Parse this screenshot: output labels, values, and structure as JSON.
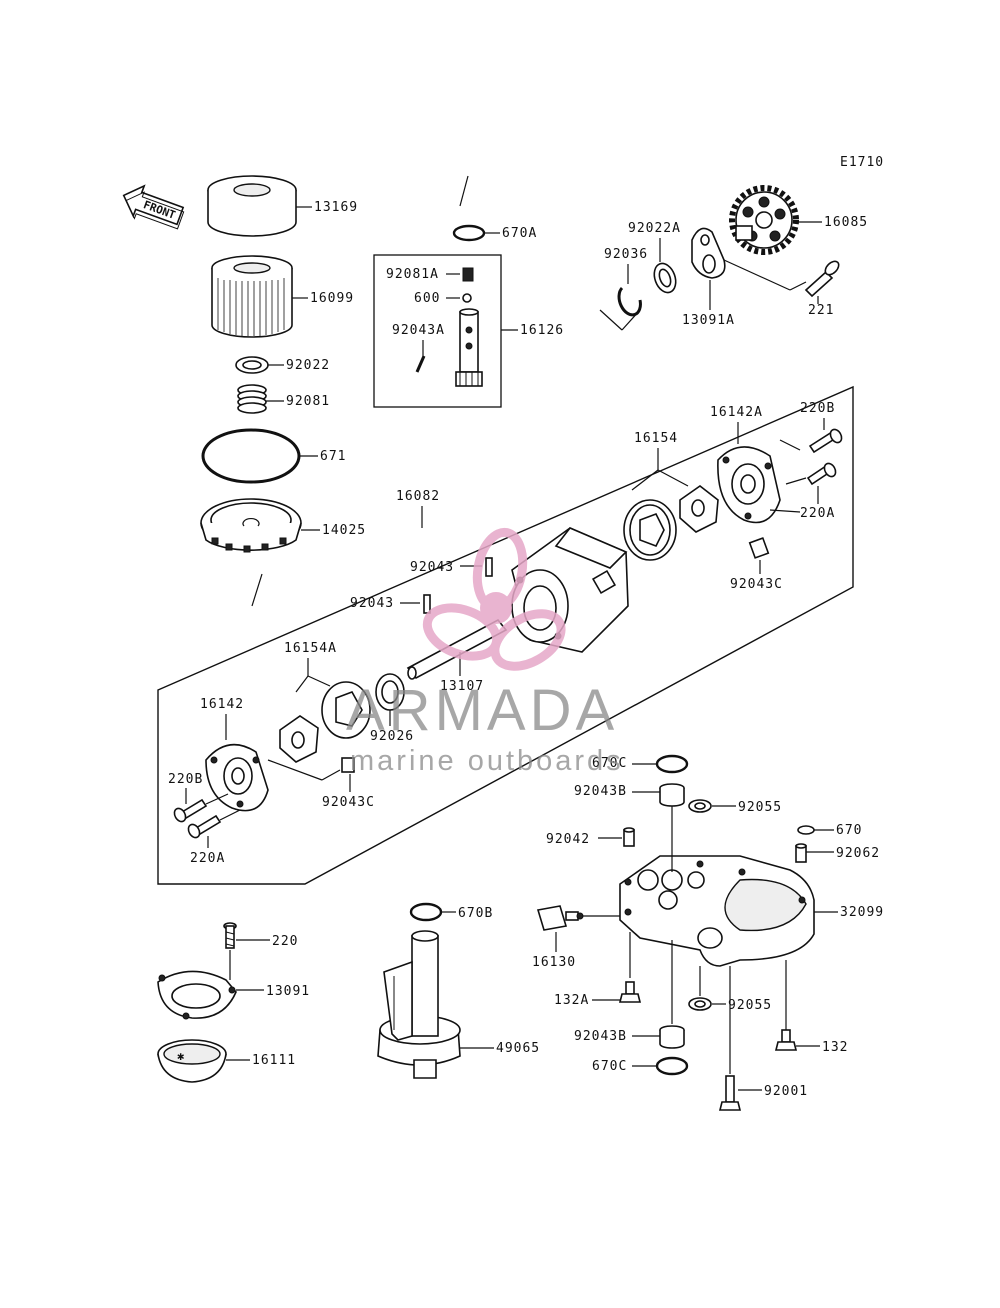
{
  "diagram": {
    "code": "E1710",
    "front_label": "FRONT",
    "parts": {
      "p13169": "13169",
      "p16099": "16099",
      "p92022": "92022",
      "p92081": "92081",
      "p671": "671",
      "p14025": "14025",
      "p670A": "670A",
      "p92081A": "92081A",
      "p600": "600",
      "p92043A": "92043A",
      "p16126": "16126",
      "p92022A": "92022A",
      "p92036": "92036",
      "p13091A": "13091A",
      "p16085": "16085",
      "p221": "221",
      "p16142A": "16142A",
      "p220B_top": "220B",
      "p16154": "16154",
      "p220A_top": "220A",
      "p92043C_top": "92043C",
      "p16082": "16082",
      "p92043_a": "92043",
      "p92043_b": "92043",
      "p16154A": "16154A",
      "p13107": "13107",
      "p16142": "16142",
      "p92026": "92026",
      "p220B_bot": "220B",
      "p92043C_bot": "92043C",
      "p220A_bot": "220A",
      "p670C_top": "670C",
      "p92043B_top": "92043B",
      "p92055_top": "92055",
      "p670": "670",
      "p92042": "92042",
      "p92062": "92062",
      "p32099": "32099",
      "p16130": "16130",
      "p132A": "132A",
      "p92055_bot": "92055",
      "p92043B_bot": "92043B",
      "p132": "132",
      "p670C_bot": "670C",
      "p92001": "92001",
      "p220": "220",
      "p13091": "13091",
      "p16111": "16111",
      "p670B": "670B",
      "p49065": "49065"
    }
  },
  "watermark": {
    "brand": "ARMADA",
    "tagline": "marine outboards",
    "colors": {
      "propeller": "#e6a8c8",
      "text": "#8a8a8a"
    }
  }
}
